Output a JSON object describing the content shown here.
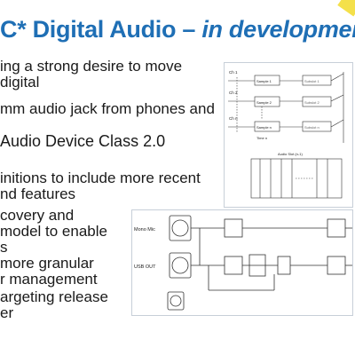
{
  "slide": {
    "title_main": "C* Digital Audio – ",
    "title_em": "in developmen",
    "bullets": [
      {
        "line1": "ing a strong desire to move",
        "line2": " digital"
      },
      {
        "line1": "mm audio jack from phones and",
        "line2": ""
      },
      {
        "line1": "Audio Device Class 2.0",
        "line2": ""
      },
      {
        "line1": "initions to include more recent",
        "line2": "nd features"
      },
      {
        "line1": "covery and",
        "line2": "model to enable",
        "line3": "s"
      },
      {
        "line1": "more granular",
        "line2": "r management"
      },
      {
        "line1": "argeting release",
        "line2": "er"
      }
    ]
  },
  "diagram_top": {
    "channels": [
      "Ch 1",
      "Ch 2",
      "Ch n"
    ],
    "samples": [
      "Sample 1",
      "Sample 2",
      "Sample n"
    ],
    "subslots": [
      "Subslot 1",
      "Subslot 2",
      "Subslot n"
    ],
    "time_label": "Time n",
    "audio_slot": "Audio Slot (n-1)"
  },
  "diagram_bottom": {
    "mono_mic": "Mono Mic",
    "usb_out": "USB OUT"
  },
  "colors": {
    "title": "#1f6fb5",
    "accent": "#f4e04a"
  }
}
